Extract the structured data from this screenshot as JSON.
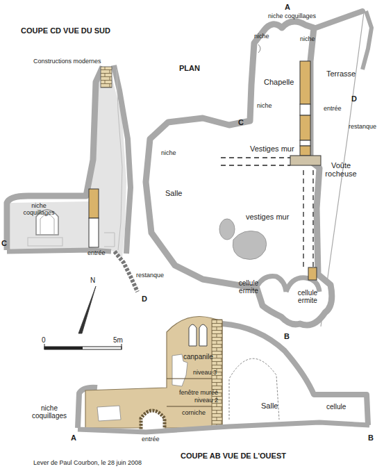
{
  "diagram": {
    "caption": "Lever de Paul Courbon, le 28 juin 2008",
    "labels": [
      "COUPE CD VUE DU SUD",
      "Constructions modernes",
      "niche coquillages",
      "entrée",
      "C",
      "D",
      "restanque",
      "PLAN",
      "A",
      "niche coquillages",
      "niche",
      "niche",
      "Terrasse",
      "Chapelle",
      "niche",
      "C",
      "D",
      "entrée",
      "restanque",
      "niche",
      "Vestiges mur",
      "Salle",
      "Voûte rocheuse",
      "vestiges mur",
      "cellule ermite",
      "cellule ermite",
      "B",
      "N",
      "0",
      "5m",
      "canpanile",
      "niveau 3",
      "fenêtre murée",
      "niveau 2",
      "corniche",
      "Salle",
      "niche coquillages",
      "A",
      "B",
      "entrée",
      "cellule",
      "COUPE AB VUE DE L'OUEST"
    ]
  }
}
